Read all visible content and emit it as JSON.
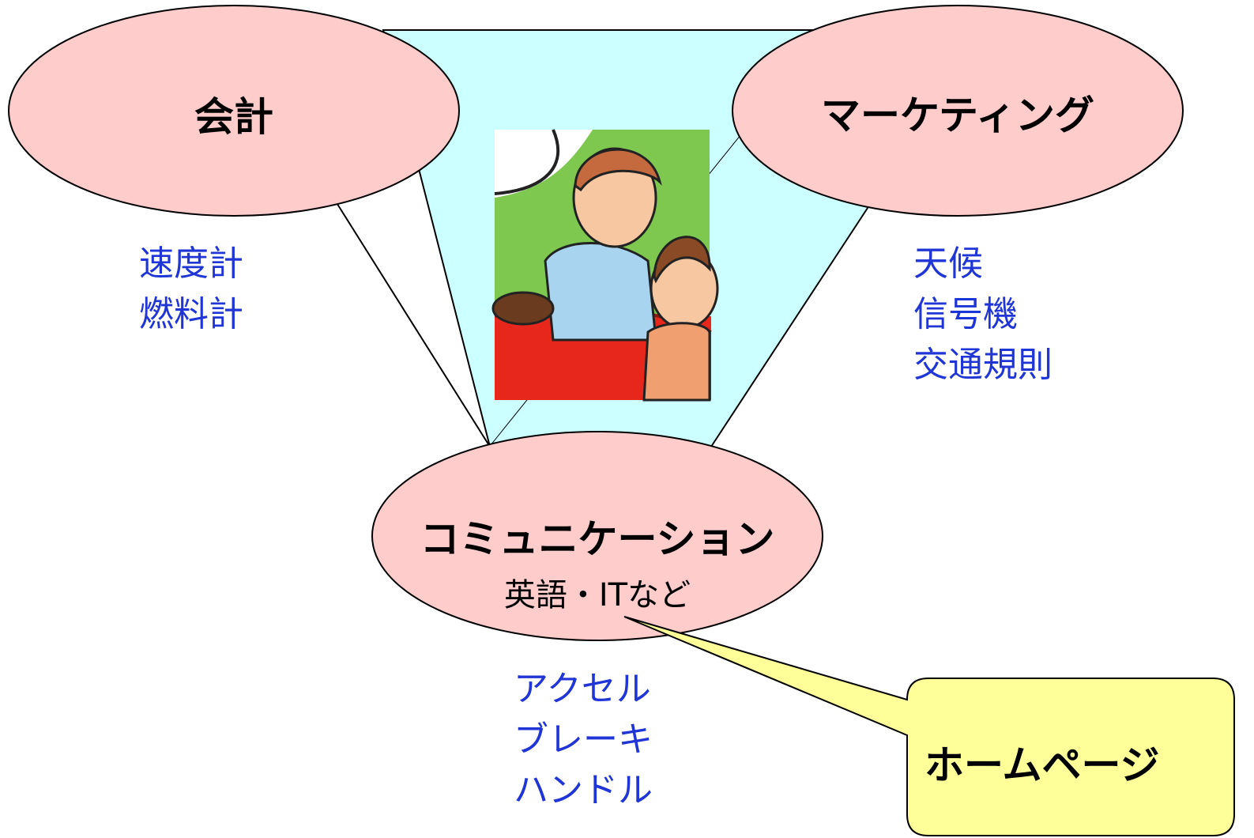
{
  "colors": {
    "triangle_fill": "#ccffff",
    "ellipse_fill": "#ffcccc",
    "callout_fill": "#ffff99",
    "blue_text": "#1f35d6",
    "outline": "#000000"
  },
  "ellipses": {
    "accounting": {
      "title": "会計",
      "items": [
        "速度計",
        "燃料計"
      ]
    },
    "marketing": {
      "title": "マーケティング",
      "items": [
        "天候",
        "信号機",
        "交通規則"
      ]
    },
    "communication": {
      "title": "コミュニケーション",
      "subtitle": "英語・ITなど",
      "items": [
        "アクセル",
        "ブレーキ",
        "ハンドル"
      ]
    }
  },
  "callout": {
    "label": "ホームページ"
  },
  "illustration": {
    "icon": "driver-and-passenger-car-illustration"
  }
}
